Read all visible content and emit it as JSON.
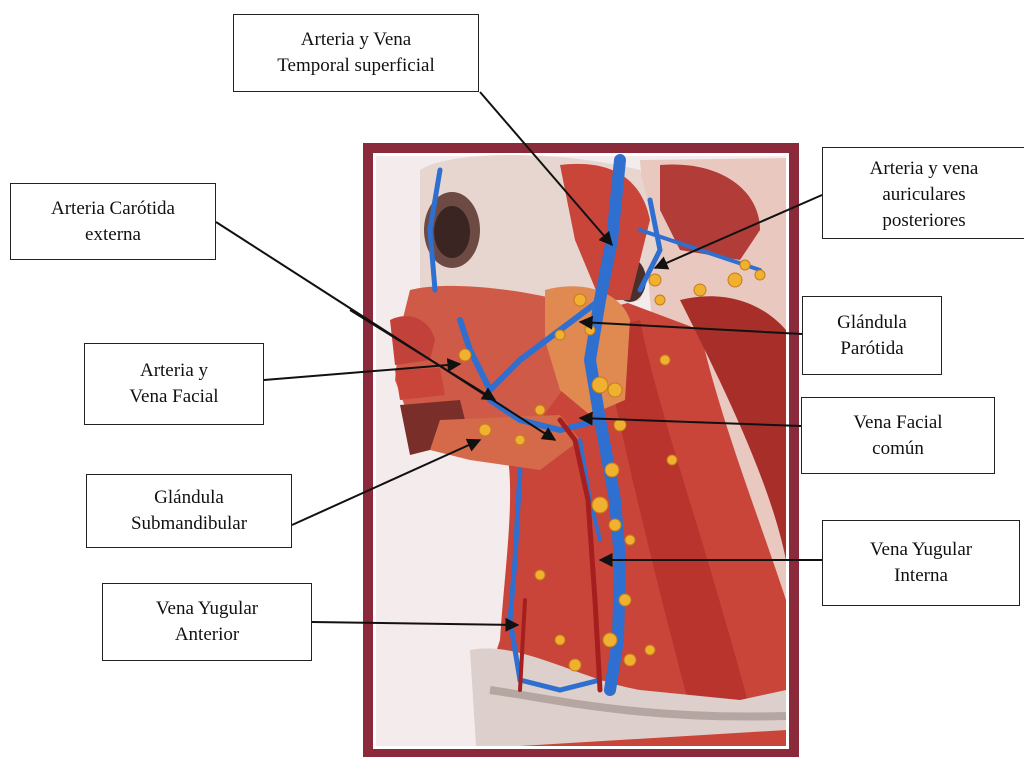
{
  "labels": {
    "temporal": {
      "line1": "Arteria y Vena",
      "line2": "Temporal superficial"
    },
    "auricular": {
      "line1": "Arteria y vena",
      "line2": "auriculares",
      "line3": "posteriores"
    },
    "carotida": {
      "line1": "Arteria Carótida",
      "line2": "externa"
    },
    "parotida": {
      "line1": "Glándula",
      "line2": "Parótida"
    },
    "facial": {
      "line1": "Arteria y",
      "line2": "Vena Facial"
    },
    "facial_comun": {
      "line1": "Vena Facial",
      "line2": "común"
    },
    "submandibular": {
      "line1": "Glándula",
      "line2": "Submandibular"
    },
    "yugular_interna": {
      "line1": "Vena Yugular",
      "line2": "Interna"
    },
    "yugular_anterior": {
      "line1": "Vena Yugular",
      "line2": "Anterior"
    }
  },
  "illustration": {
    "frame_color": "#8a2a3a",
    "muscle_color": "#c9453a",
    "vein_color": "#2f6fd0",
    "node_color": "#f0b030",
    "bone_color": "#e6d6cf"
  }
}
